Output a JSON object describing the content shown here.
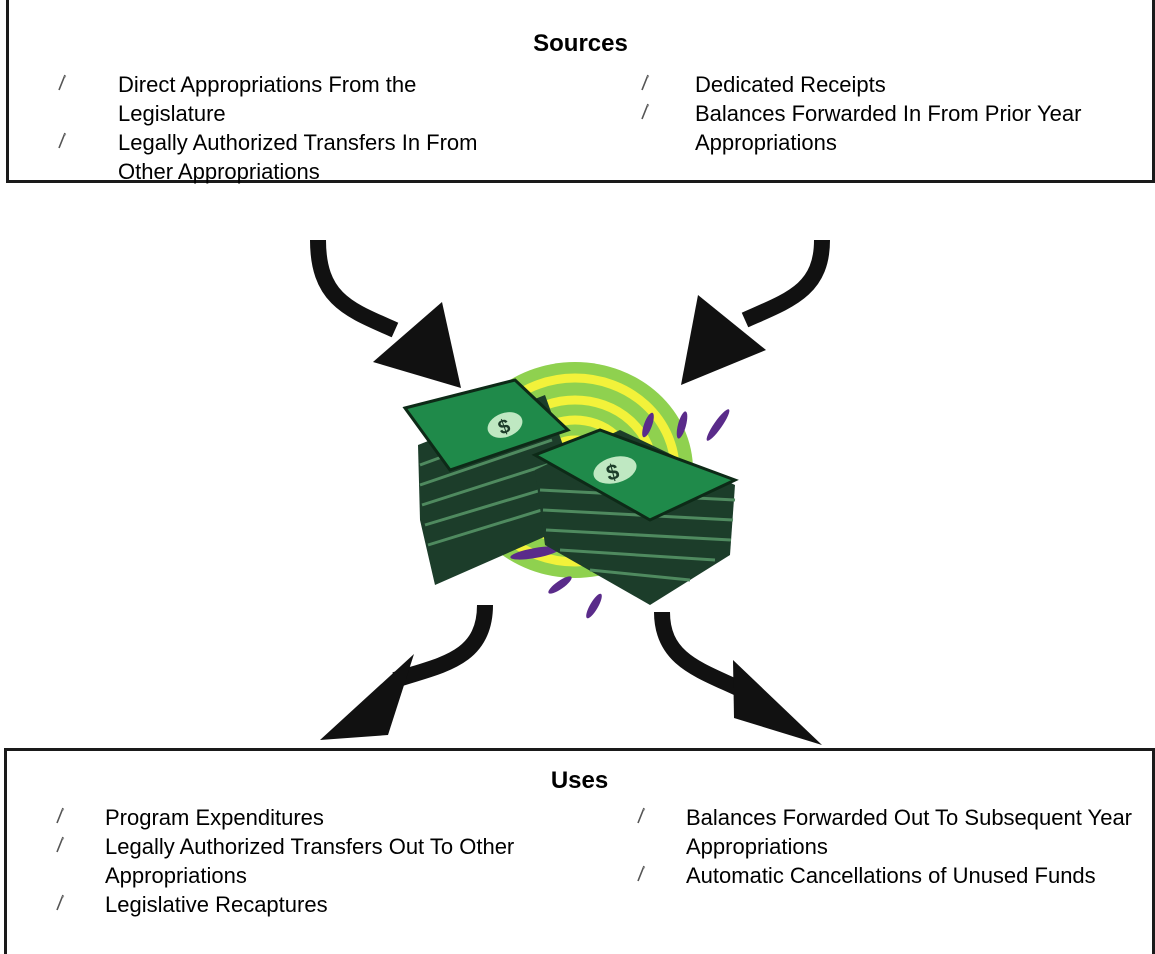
{
  "sources": {
    "title": "Sources",
    "left_items": [
      "Direct Appropriations From the Legislature",
      "Legally Authorized Transfers In From Other Appropriations"
    ],
    "right_items": [
      "Dedicated Receipts",
      "Balances Forwarded In From Prior Year Appropriations"
    ]
  },
  "uses": {
    "title": "Uses",
    "left_items": [
      "Program Expenditures",
      "Legally Authorized Transfers Out To Other Appropriations",
      "Legislative Recaptures"
    ],
    "right_items": [
      "Balances Forwarded Out To Subsequent Year Appropriations",
      "Automatic Cancellations of Unused Funds"
    ]
  },
  "illustration": {
    "icon": "money-stacks-icon",
    "symbol": "$",
    "colors": {
      "money_green": "#1f8a4a",
      "money_dark": "#1c3d2a",
      "burst_lime": "#8fd14f",
      "burst_yellow": "#f2f23a",
      "accent_purple": "#5a2b8a",
      "arrow": "#111111"
    }
  }
}
